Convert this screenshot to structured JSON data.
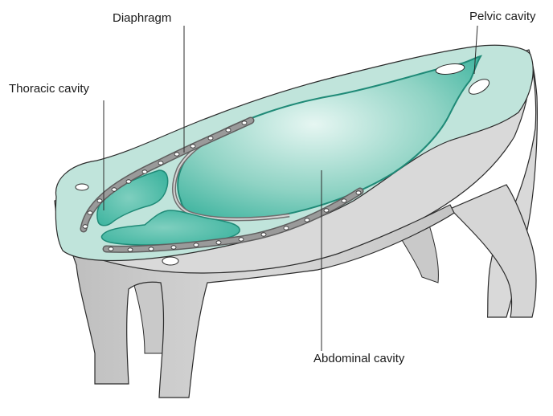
{
  "diagram": {
    "labels": {
      "diaphragm": "Diaphragm",
      "pelvic_cavity": "Pelvic cavity",
      "thoracic_cavity": "Thoracic cavity",
      "abdominal_cavity": "Abdominal cavity"
    },
    "colors": {
      "body_gray": "#d9d9d9",
      "body_gray_dark": "#bdbdbd",
      "section_surface": "#bfe3da",
      "cavity_teal": "#3bb5a0",
      "cavity_light": "#d4efe8",
      "outline": "#2b2b2b",
      "spine": "#7a7a7a"
    }
  }
}
